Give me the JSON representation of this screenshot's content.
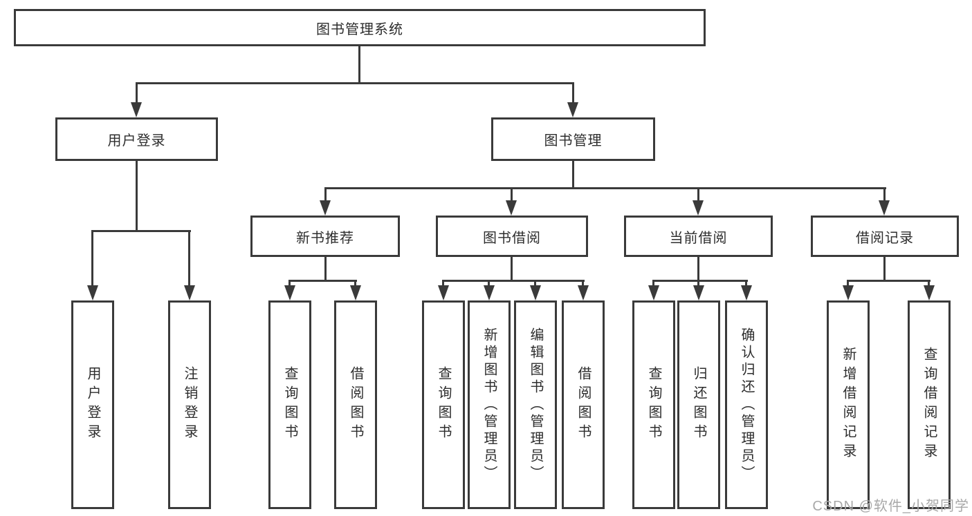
{
  "nodes": {
    "root": "图书管理系统",
    "l2": [
      "用户登录",
      "图书管理"
    ],
    "l3": [
      "新书推荐",
      "图书借阅",
      "当前借阅",
      "借阅记录"
    ],
    "login_leaves": [
      "用户登录",
      "注销登录"
    ],
    "recommend_leaves": [
      "查询图书",
      "借阅图书"
    ],
    "borrow_leaves": [
      "查询图书",
      "新增图书（管理员）",
      "编辑图书（管理员）",
      "借阅图书"
    ],
    "current_leaves": [
      "查询图书",
      "归还图书",
      "确认归还（管理员）"
    ],
    "record_leaves": [
      "新增借阅记录",
      "查询借阅记录"
    ]
  },
  "watermark": "CSDN @软件_小贺同学",
  "colors": {
    "line": "#3a3a3a",
    "text": "#2d2d2d",
    "watermark": "#a8a8a8",
    "background": "#ffffff"
  }
}
